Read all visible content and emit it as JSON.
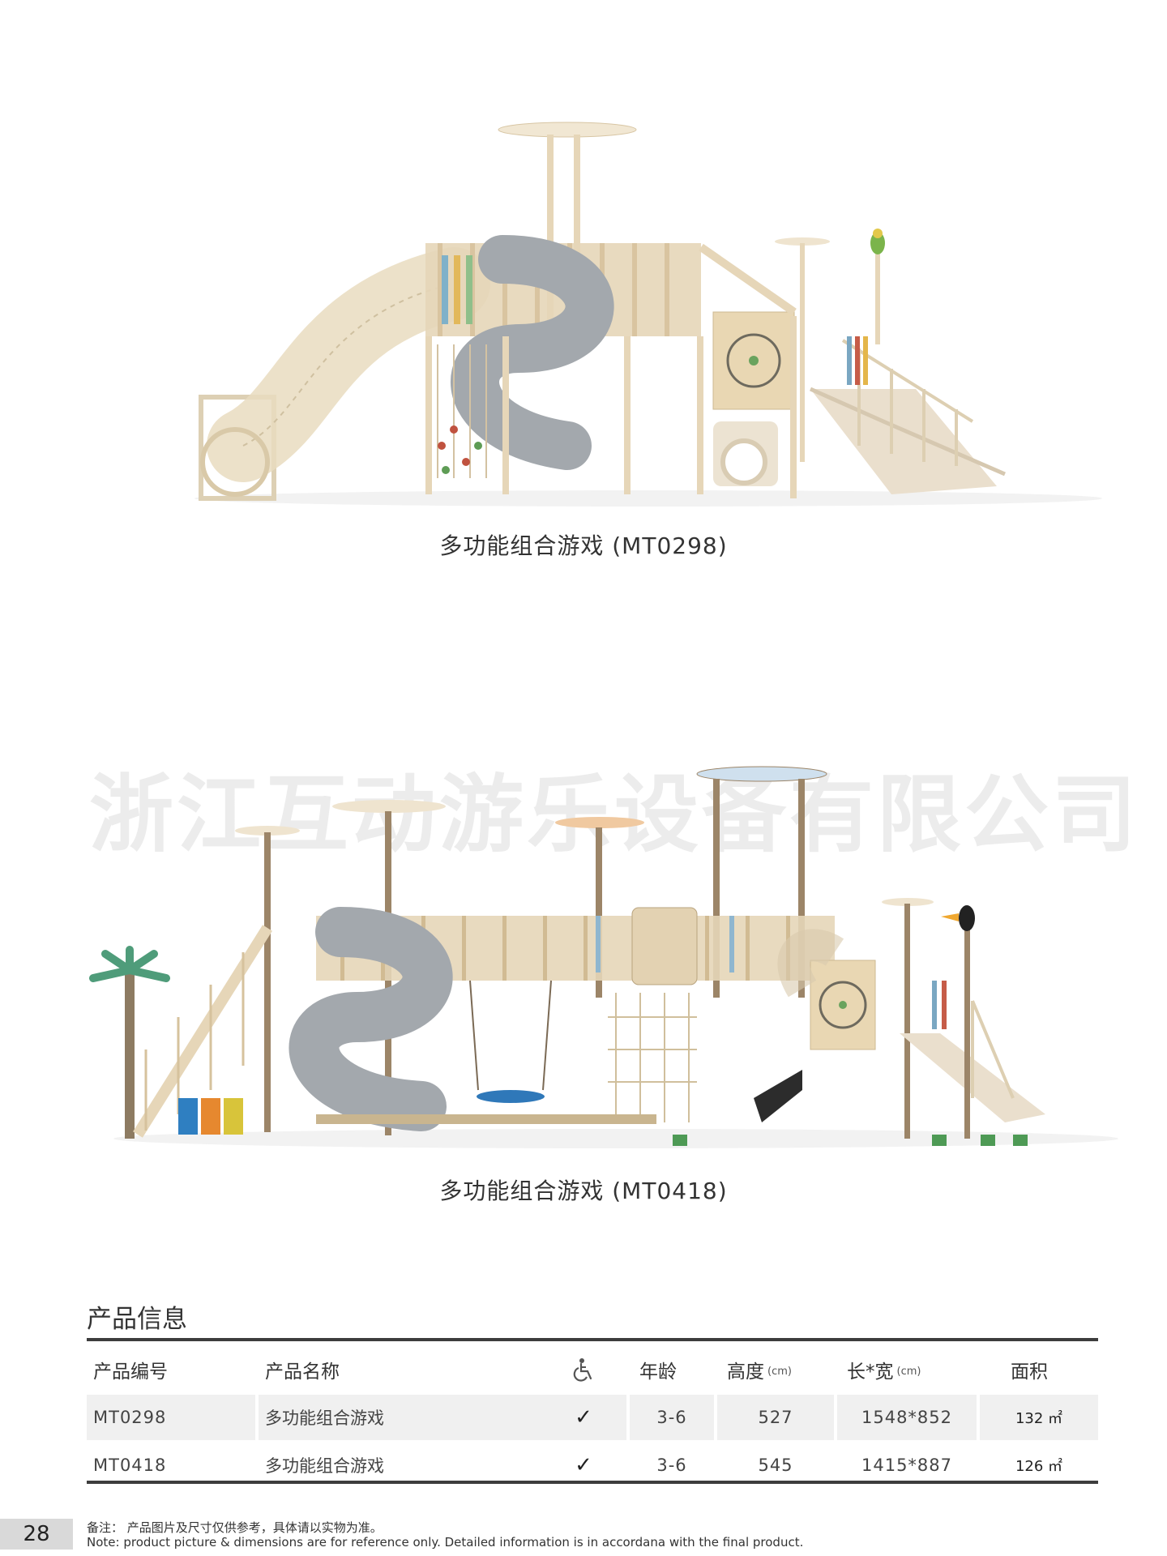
{
  "watermark": "浙江互动游乐设备有限公司",
  "products": [
    {
      "caption": "多功能组合游戏 (MT0298)"
    },
    {
      "caption": "多功能组合游戏 (MT0418)"
    }
  ],
  "info": {
    "title": "产品信息",
    "headers": {
      "code": "产品编号",
      "name": "产品名称",
      "accessible_icon": "wheelchair-icon",
      "age": "年龄",
      "height": "高度",
      "height_unit": "(cm)",
      "size": "长*宽",
      "size_unit": "(cm)",
      "area": "面积"
    },
    "rows": [
      {
        "code": "MT0298",
        "name": "多功能组合游戏",
        "accessible": "✓",
        "age": "3-6",
        "height": "527",
        "size": "1548*852",
        "area": "132 ㎡"
      },
      {
        "code": "MT0418",
        "name": "多功能组合游戏",
        "accessible": "✓",
        "age": "3-6",
        "height": "545",
        "size": "1415*887",
        "area": "126 ㎡"
      }
    ]
  },
  "footer": {
    "page": "28",
    "note_cn": "备注：  产品图片及尺寸仅供参考，具体请以实物为准。",
    "note_en": "Note: product picture & dimensions are for reference only. Detailed information is in accordana with the final product."
  },
  "colors": {
    "wood": "#e6d6b8",
    "slide_grey": "#a3a8ad",
    "rule": "#3d3d3d",
    "row_shade": "#f0f0f0"
  }
}
